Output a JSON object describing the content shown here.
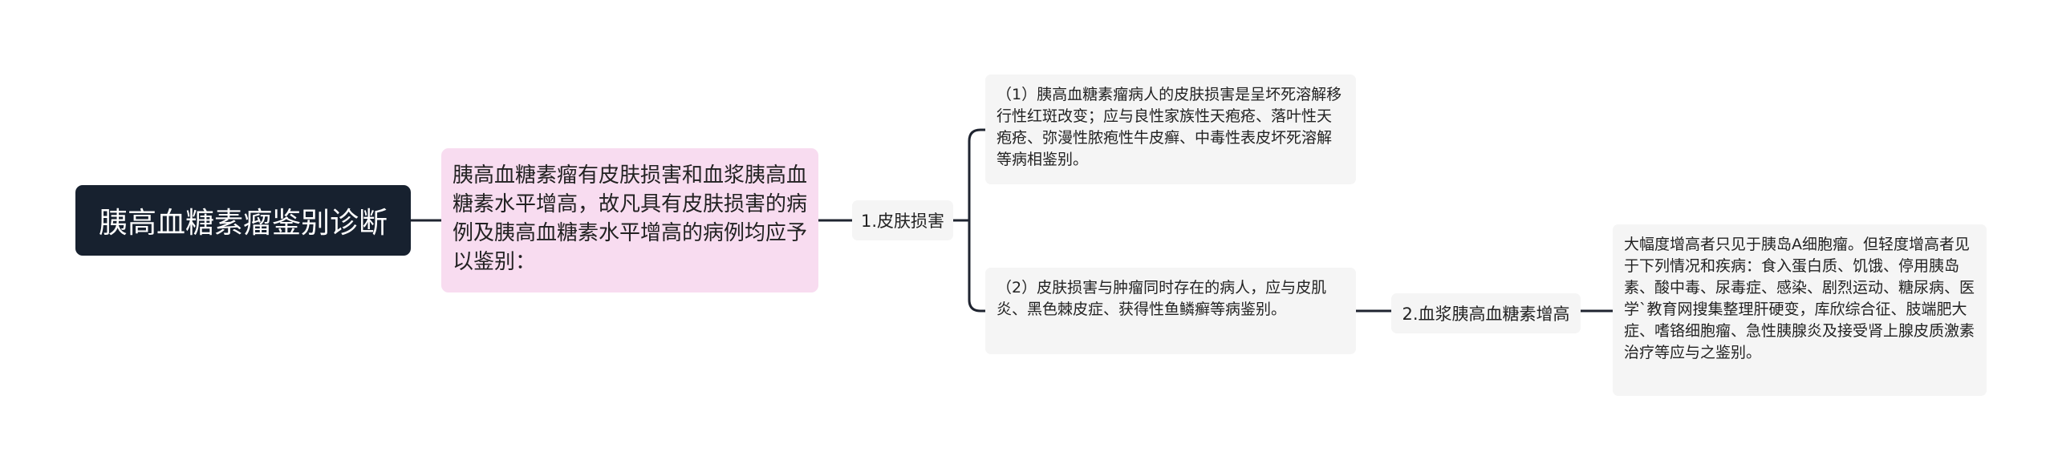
{
  "mindmap": {
    "root": {
      "label": "胰高血糖素瘤鉴别诊断"
    },
    "summary": {
      "text": "胰高血糖素瘤有皮肤损害和血浆胰高血糖素水平增高，故凡具有皮肤损害的病例及胰高血糖素水平增高的病例均应予以鉴别："
    },
    "branch_skin": {
      "label": "1.皮肤损害",
      "details": [
        "（1）胰高血糖素瘤病人的皮肤损害是呈坏死溶解移行性红斑改变；应与良性家族性天疱疮、落叶性天疱疮、弥漫性脓疱性牛皮癣、中毒性表皮坏死溶解等病相鉴别。",
        "（2）皮肤损害与肿瘤同时存在的病人，应与皮肌炎、黑色棘皮症、获得性鱼鳞癣等病鉴别。"
      ]
    },
    "branch_glucagon": {
      "label": "2.血浆胰高血糖素增高",
      "detail": "大幅度增高者只见于胰岛A细胞瘤。但轻度增高者见于下列情况和疾病：食入蛋白质、饥饿、停用胰岛素、酸中毒、尿毒症、感染、剧烈运动、糖尿病、医学`教育网搜集整理肝硬变，库欣综合征、肢端肥大症、嗜铬细胞瘤、急性胰腺炎及接受肾上腺皮质激素治疗等应与之鉴别。"
    },
    "colors": {
      "root_bg": "#17212f",
      "summary_bg": "#f8dcf0",
      "topic_bg": "#f5f5f5",
      "connector": "#1f2430"
    }
  }
}
